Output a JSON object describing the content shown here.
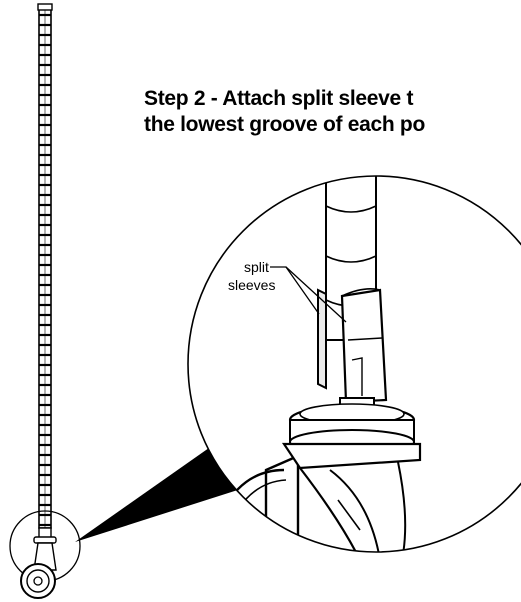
{
  "instruction": {
    "line1": "Step 2 - Attach split sleeve t",
    "line2": "the lowest groove of each po"
  },
  "callout": {
    "label_line1": "split",
    "label_line2": "sleeves"
  },
  "colors": {
    "ink": "#000000",
    "paper": "#ffffff",
    "part_shade": "#e6e6e6"
  },
  "icons": [
    "shelf-post-icon",
    "caster-wheel-icon",
    "magnifier-callout-icon"
  ]
}
